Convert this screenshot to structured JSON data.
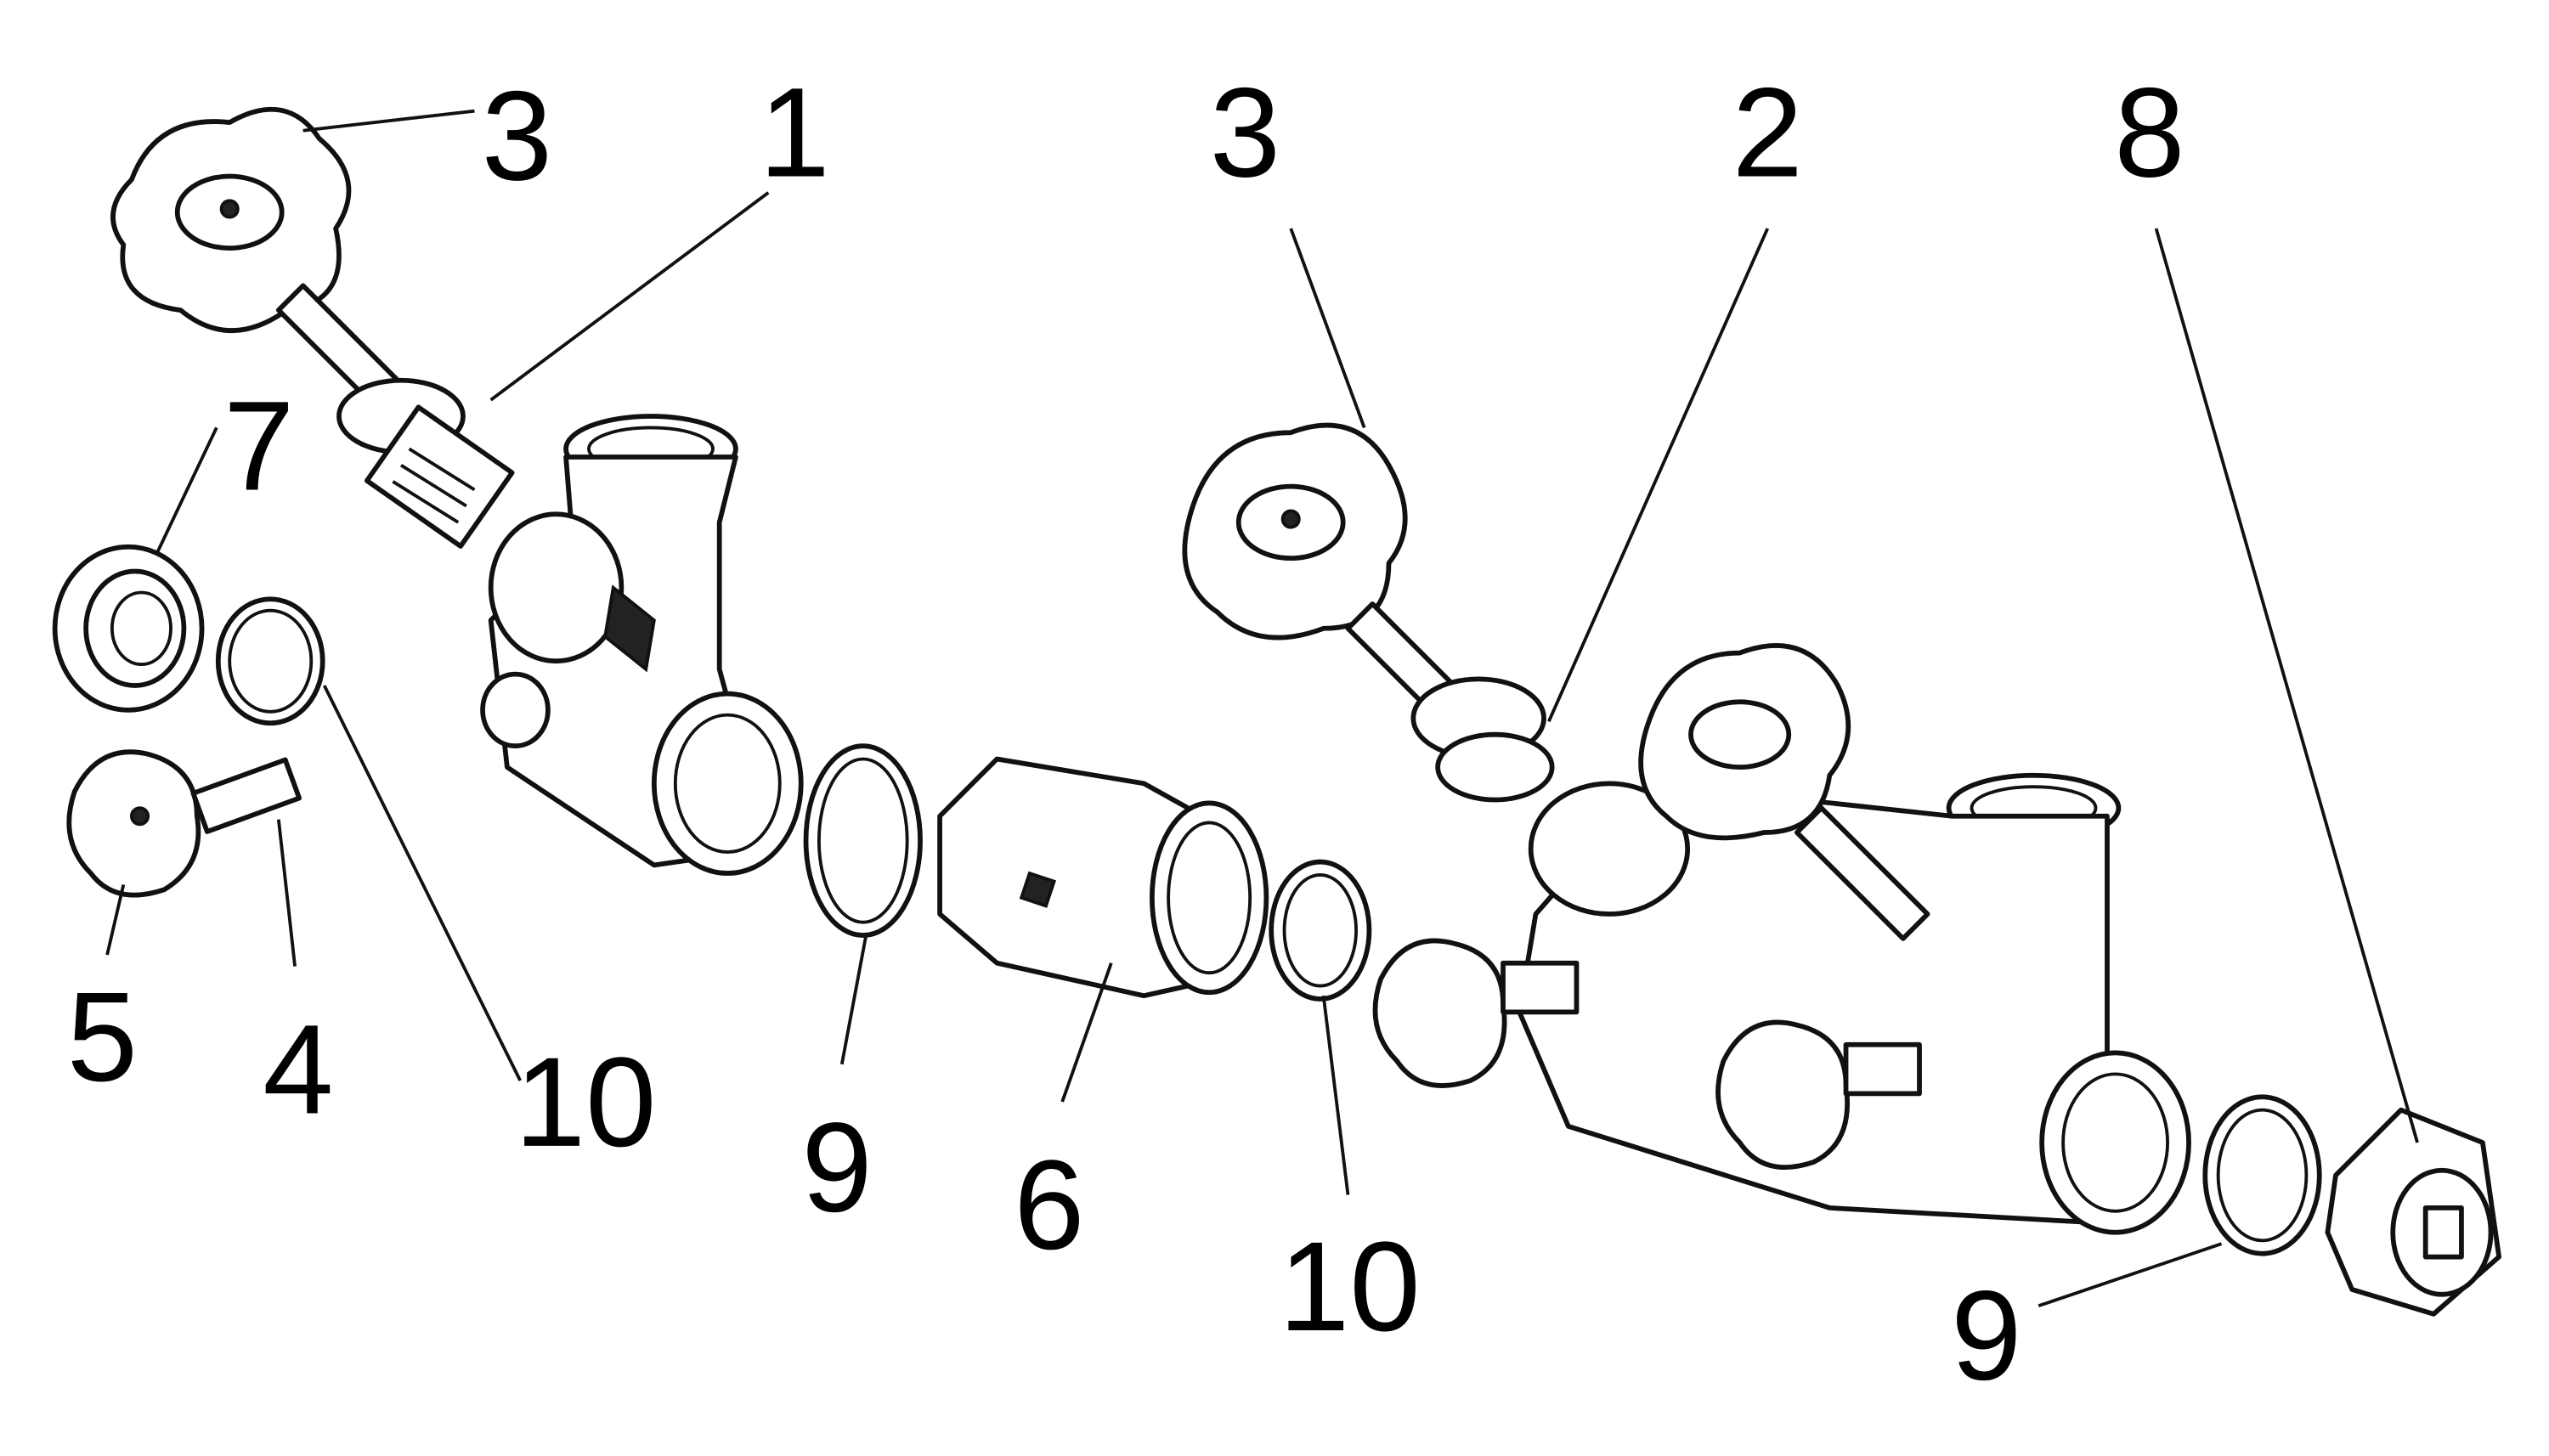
{
  "diagram": {
    "type": "exploded-parts-view",
    "callouts": [
      {
        "id": "c-3a",
        "label": "3"
      },
      {
        "id": "c-1",
        "label": "1"
      },
      {
        "id": "c-3b",
        "label": "3"
      },
      {
        "id": "c-2",
        "label": "2"
      },
      {
        "id": "c-8",
        "label": "8"
      },
      {
        "id": "c-7",
        "label": "7"
      },
      {
        "id": "c-5",
        "label": "5"
      },
      {
        "id": "c-4",
        "label": "4"
      },
      {
        "id": "c-10a",
        "label": "10"
      },
      {
        "id": "c-9a",
        "label": "9"
      },
      {
        "id": "c-6",
        "label": "6"
      },
      {
        "id": "c-10b",
        "label": "10"
      },
      {
        "id": "c-9b",
        "label": "9"
      }
    ]
  }
}
